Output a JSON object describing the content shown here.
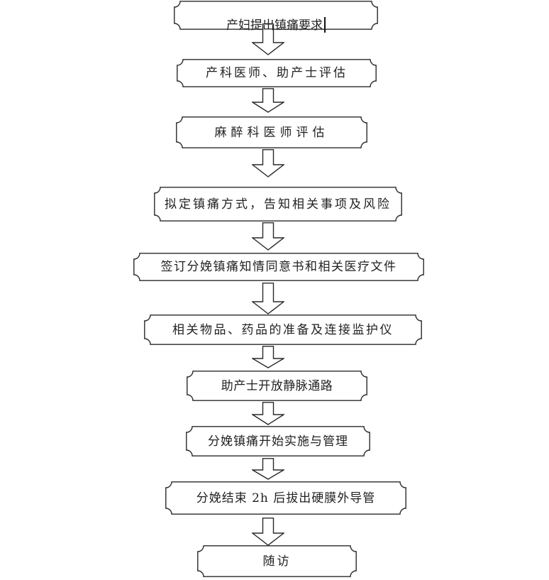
{
  "document": {
    "background": "#ffffff",
    "ink_color": "#2a2a2a",
    "text_color": "#222222",
    "flowchart": {
      "direction": "top-down",
      "node_shape": "plaque",
      "connector_style": "hollow-block-down-arrow",
      "text_cursor_visible": true,
      "nodes": [
        {
          "label": "产妇提出镇痛要求",
          "cursor_after_text": true
        },
        {
          "label": "产科医师、助产士评估"
        },
        {
          "label": "麻醉科医师评估"
        },
        {
          "label": "拟定镇痛方式，告知相关事项及风险"
        },
        {
          "label": "签订分娩镇痛知情同意书和相关医疗文件"
        },
        {
          "label": "相关物品、药品的准备及连接监护仪"
        },
        {
          "label": "助产士开放静脉通路"
        },
        {
          "label": "分娩镇痛开始实施与管理"
        },
        {
          "label": "分娩结束 2h 后拔出硬膜外导管"
        },
        {
          "label": "随访"
        }
      ]
    }
  }
}
